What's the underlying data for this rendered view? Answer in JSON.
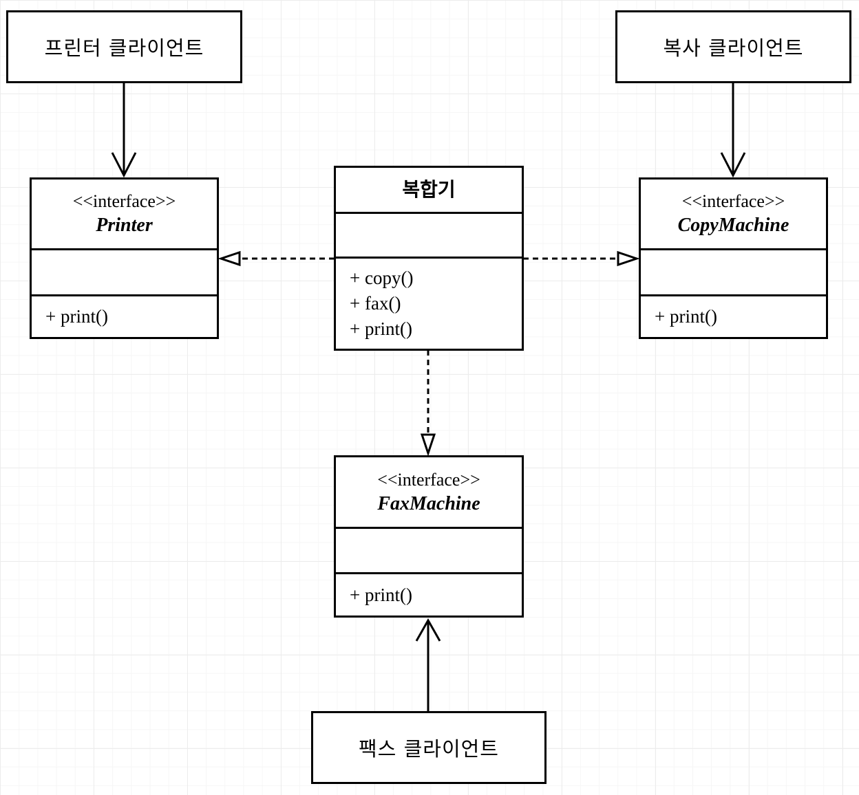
{
  "clients": {
    "printer_client": "프린터 클라이언트",
    "copy_client": "복사 클라이언트",
    "fax_client": "팩스 클라이언트"
  },
  "interfaces": {
    "printer": {
      "stereotype": "<<interface>>",
      "name": "Printer",
      "operations": [
        "+ print()"
      ]
    },
    "copy_machine": {
      "stereotype": "<<interface>>",
      "name": "CopyMachine",
      "operations": [
        "+ print()"
      ]
    },
    "fax_machine": {
      "stereotype": "<<interface>>",
      "name": "FaxMachine",
      "operations": [
        "+ print()"
      ]
    }
  },
  "multifunction": {
    "name": "복합기",
    "operations": [
      "+ copy()",
      "+ fax()",
      "+ print()"
    ]
  },
  "colors": {
    "line": "#000000",
    "grid": "#ececec",
    "background": "#ffffff"
  }
}
